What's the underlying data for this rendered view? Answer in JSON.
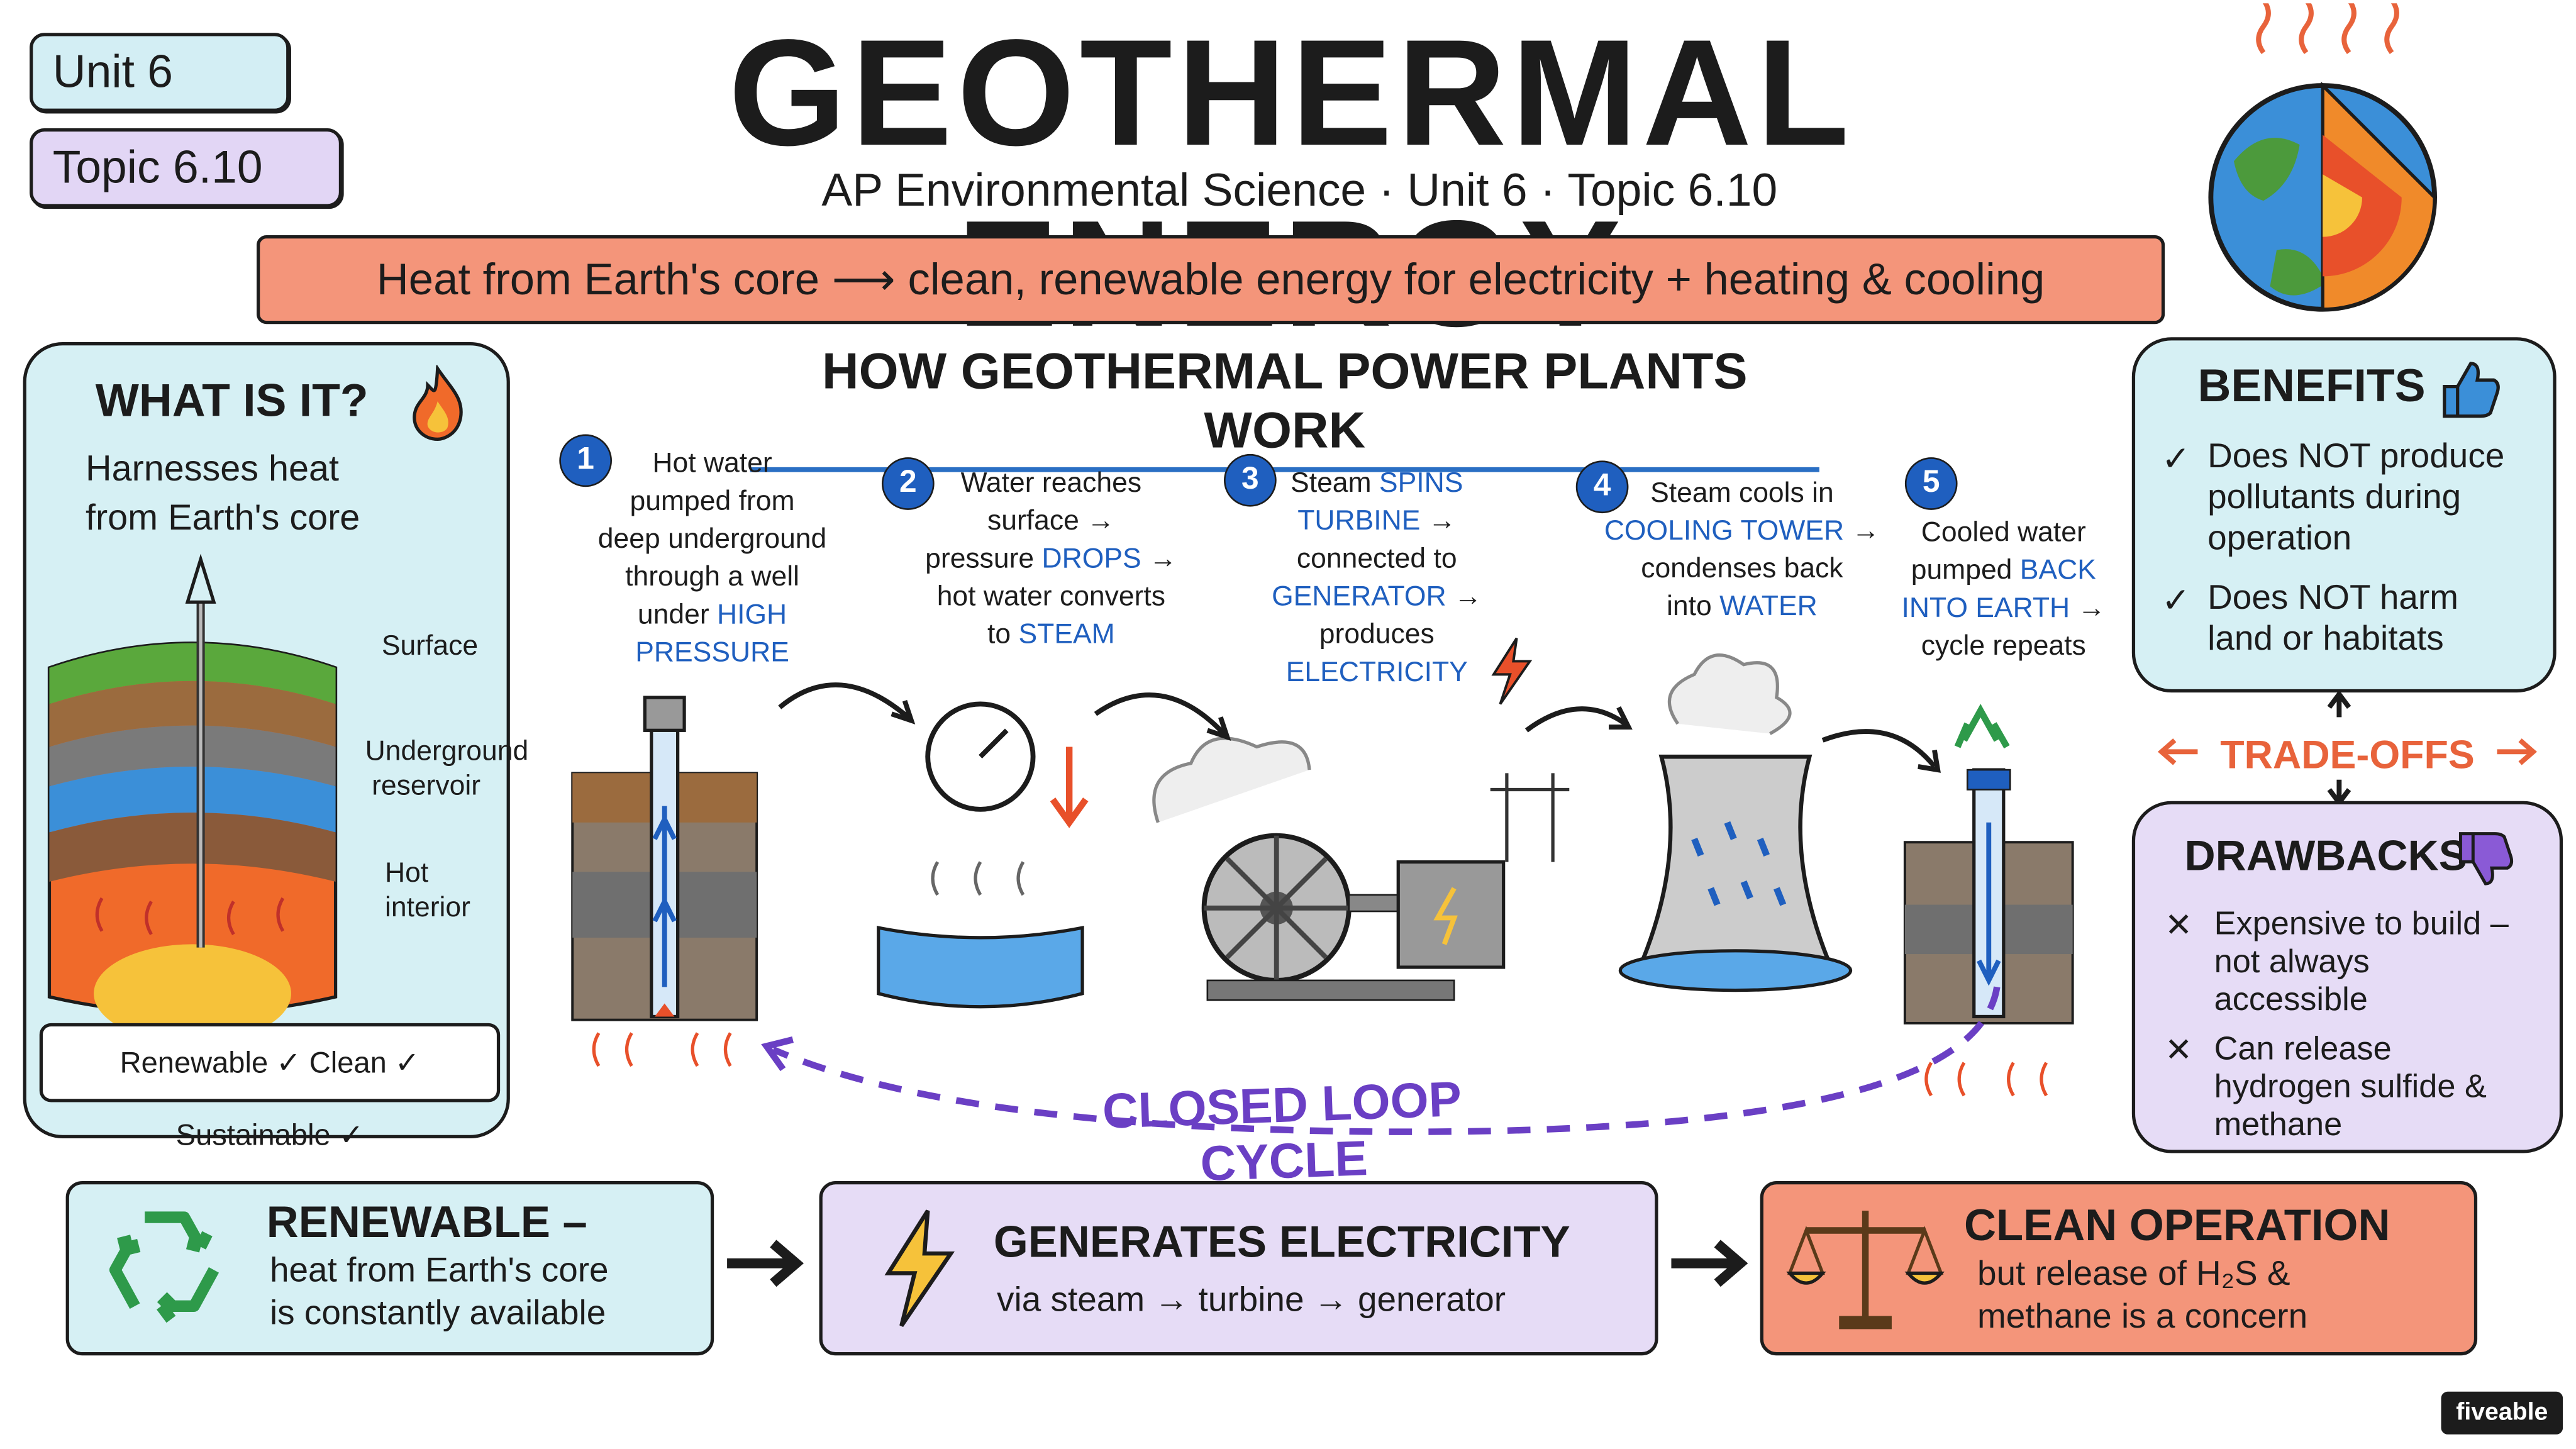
{
  "header": {
    "unit_tag": "Unit 6",
    "topic_tag": "Topic 6.10",
    "title": "GEOTHERMAL ENERGY",
    "subtitle": "AP Environmental Science · Unit 6 · Topic 6.10",
    "banner": "Heat from Earth's core ⟶ clean, renewable energy for electricity + heating & cooling"
  },
  "what_is_it": {
    "title": "WHAT IS IT?",
    "text_line1": "Harnesses heat",
    "text_line2": "from Earth's core",
    "label_surface": "Surface",
    "label_reservoir_1": "Underground",
    "label_reservoir_2": "reservoir",
    "label_hot_1": "Hot",
    "label_hot_2": "interior",
    "badges": "Renewable ✓ Clean ✓ Sustainable ✓"
  },
  "how_it_works": {
    "title": "HOW GEOTHERMAL POWER PLANTS WORK",
    "steps": [
      {
        "num": "1",
        "l1": "Hot water",
        "l2": "pumped from",
        "l3": "deep underground",
        "l4": "through a well",
        "l5a": "under ",
        "l5b": "HIGH",
        "l6": "PRESSURE"
      },
      {
        "num": "2",
        "l1": "Water reaches",
        "l2": "surface →",
        "l3a": "pressure ",
        "l3b": "DROPS",
        "l3c": " →",
        "l4": "hot water converts",
        "l5a": "to ",
        "l5b": "STEAM"
      },
      {
        "num": "3",
        "l1a": "Steam ",
        "l1b": "SPINS",
        "l2a": "TURBINE",
        "l2b": " →",
        "l3": "connected to",
        "l4a": "GENERATOR",
        "l4b": " →",
        "l5": "produces",
        "l6": "ELECTRICITY"
      },
      {
        "num": "4",
        "l1": "Steam cools in",
        "l2a": "COOLING TOWER",
        "l2b": " →",
        "l3": "condenses back",
        "l4a": "into ",
        "l4b": "WATER"
      },
      {
        "num": "5",
        "l1": "Cooled water",
        "l2a": "pumped ",
        "l2b": "BACK",
        "l3a": "INTO EARTH",
        "l3b": " →",
        "l4": "cycle repeats"
      }
    ],
    "cycle_label": "CLOSED LOOP CYCLE"
  },
  "benefits": {
    "title": "BENEFITS",
    "items": [
      {
        "l1": "Does NOT produce",
        "l2": "pollutants during",
        "l3": "operation"
      },
      {
        "l1": "Does NOT harm",
        "l2": "land or habitats"
      }
    ]
  },
  "tradeoffs": "TRADE-OFFS",
  "drawbacks": {
    "title": "DRAWBACKS",
    "items": [
      {
        "l1": "Expensive to build –",
        "l2": "not always",
        "l3": "accessible"
      },
      {
        "l1": "Can release",
        "l2": "hydrogen sulfide &",
        "l3": "methane"
      }
    ]
  },
  "summary": [
    {
      "title": "RENEWABLE –",
      "l1": "heat from Earth's core",
      "l2": "is constantly available"
    },
    {
      "title": "GENERATES ELECTRICITY",
      "l1": "via steam → turbine → generator"
    },
    {
      "title": "CLEAN OPERATION",
      "l1": "but release of H₂S &",
      "l2": "methane is a concern"
    }
  ],
  "brand": "fiveable",
  "colors": {
    "accent_blue": "#1f5fbf",
    "panel_teal": "#d6f0f4",
    "panel_lavender": "#e6dcf6",
    "banner_salmon": "#f4957a",
    "tradeoff_orange": "#e8633b",
    "cycle_purple": "#6a3fc4"
  }
}
